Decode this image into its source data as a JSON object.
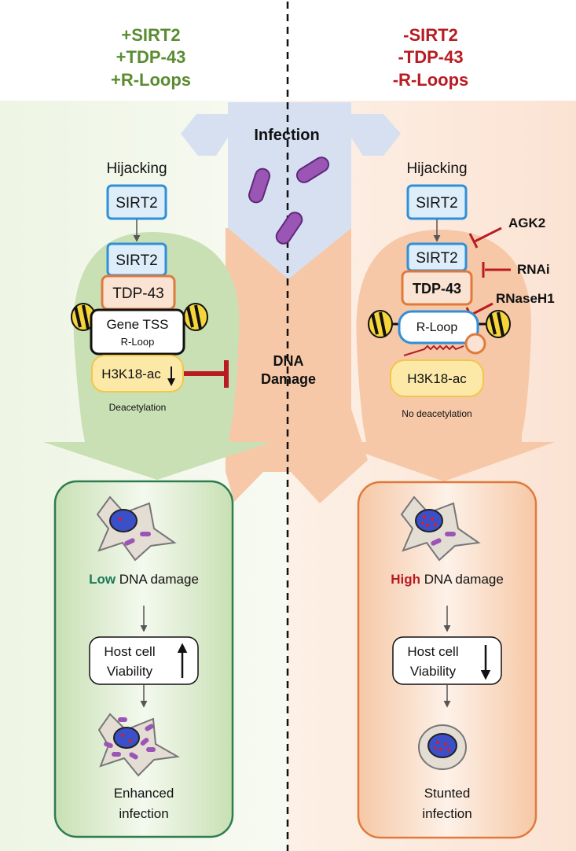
{
  "left": {
    "header": [
      "+SIRT2",
      "+TDP-43",
      "+R-Loops"
    ],
    "hijacking": "Hijacking",
    "sirt2_top": "SIRT2",
    "sirt2_complex": "SIRT2",
    "tdp43": "TDP-43",
    "gene_tss": "Gene TSS",
    "rloop": "R-Loop",
    "h3k18": "H3K18-ac",
    "deacetylation": "Deacetylation",
    "damage_word": "Low",
    "damage_rest": " DNA damage",
    "host_cell": "Host cell",
    "viability": "Viability",
    "outcome_1": "Enhanced",
    "outcome_2": "infection"
  },
  "right": {
    "header": [
      "-SIRT2",
      "-TDP-43",
      "-R-Loops"
    ],
    "hijacking": "Hijacking",
    "sirt2_top": "SIRT2",
    "sirt2_complex": "SIRT2",
    "tdp43": "TDP-43",
    "rloop": "R-Loop",
    "h3k18": "H3K18-ac",
    "no_deacetylation": "No deacetylation",
    "inhibitor_agk2": "AGK2",
    "inhibitor_rnai": "RNAi",
    "inhibitor_rnaseh1": "RNaseH1",
    "damage_word": "High",
    "damage_rest": " DNA damage",
    "host_cell": "Host cell",
    "viability": "Viability",
    "outcome_1": "Stunted",
    "outcome_2": "infection"
  },
  "center": {
    "infection": "Infection",
    "dna_damage_1": "DNA",
    "dna_damage_2": "Damage"
  },
  "colors": {
    "green_text": "#5b8c32",
    "red_text": "#b81c22",
    "teal_low": "#1b7a5a",
    "sirt2_border": "#2f8fd8",
    "tdp43_border": "#e07a3c",
    "inhibitor": "#b81c22"
  }
}
